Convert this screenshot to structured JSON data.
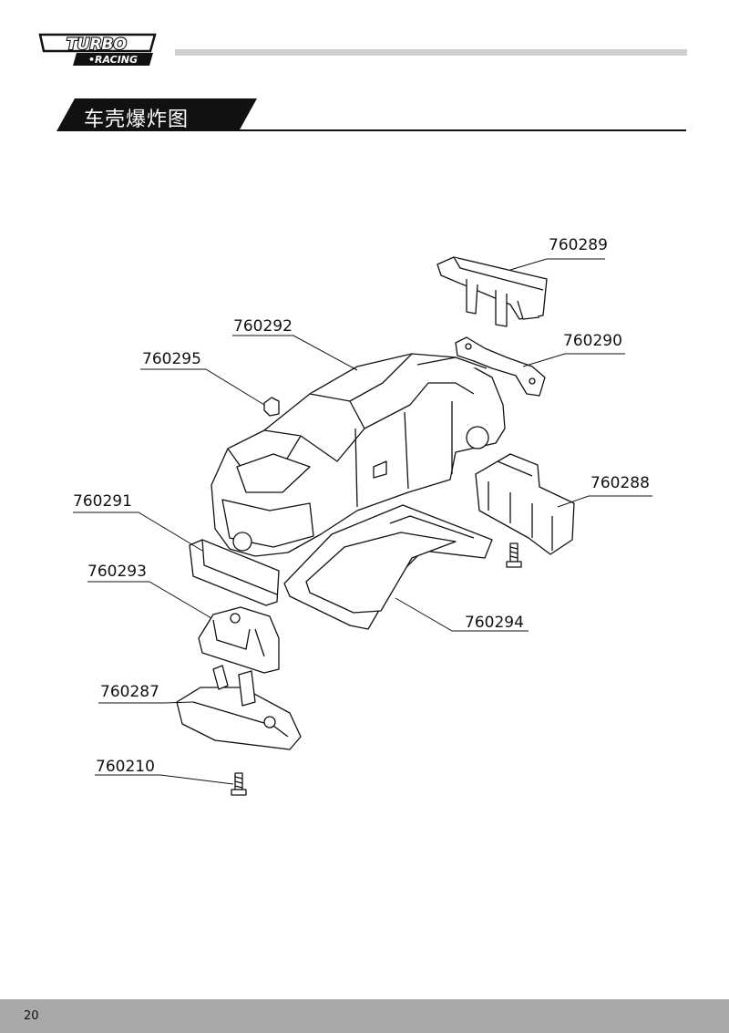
{
  "brand": {
    "logo_word_1": "TURBO",
    "logo_word_2": "•RACING"
  },
  "section_title": "车壳爆炸图",
  "parts": [
    {
      "id": "p1",
      "number": "760289"
    },
    {
      "id": "p2",
      "number": "760292"
    },
    {
      "id": "p3",
      "number": "760290"
    },
    {
      "id": "p4",
      "number": "760295"
    },
    {
      "id": "p5",
      "number": "760288"
    },
    {
      "id": "p6",
      "number": "760291"
    },
    {
      "id": "p7",
      "number": "760293"
    },
    {
      "id": "p8",
      "number": "760294"
    },
    {
      "id": "p9",
      "number": "760287"
    },
    {
      "id": "p10",
      "number": "760210"
    }
  ],
  "page_number": "20",
  "colors": {
    "accent_dark": "#111111",
    "header_rule": "#cfcfcf",
    "footer": "#a9a9a9"
  }
}
